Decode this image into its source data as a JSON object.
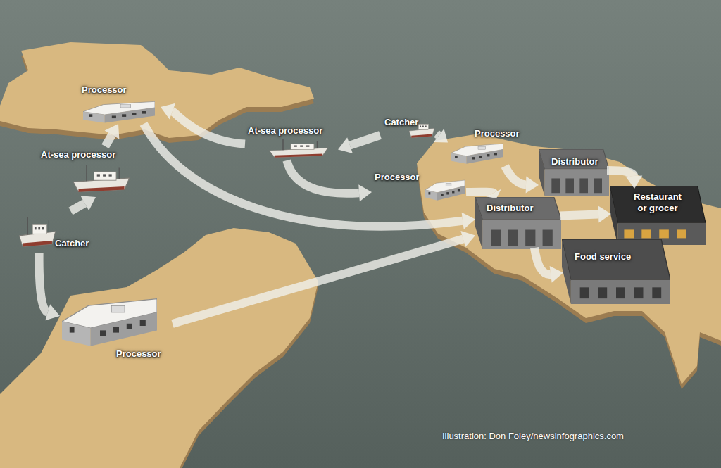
{
  "diagram": {
    "nodes": [
      {
        "text": [
          "Processor"
        ]
      },
      {
        "text": [
          "At-sea processor"
        ]
      },
      {
        "text": [
          "Catcher"
        ]
      },
      {
        "text": [
          "Processor"
        ]
      },
      {
        "text": [
          "At-sea processor"
        ]
      },
      {
        "text": [
          "Catcher"
        ]
      },
      {
        "text": [
          "Processor"
        ]
      },
      {
        "text": [
          "Processor"
        ]
      },
      {
        "text": [
          "Distributor"
        ]
      },
      {
        "text": [
          "Distributor"
        ]
      },
      {
        "text": [
          "Restaurant or grocer"
        ]
      },
      {
        "text": [
          "Food service"
        ]
      }
    ],
    "edges": [
      {
        "from": 2,
        "to": 1,
        "arrow": "to"
      },
      {
        "from": 1,
        "to": 0,
        "arrow": "to"
      },
      {
        "from": 2,
        "to": 3,
        "arrow": "to"
      },
      {
        "from": 5,
        "to": 4,
        "arrow": "to"
      },
      {
        "from": 4,
        "to": 0,
        "arrow": "to"
      },
      {
        "from": 4,
        "to": 7,
        "arrow": "to"
      },
      {
        "from": 5,
        "to": 6,
        "arrow": "to"
      },
      {
        "from": 0,
        "to": 9,
        "arrow": "to"
      },
      {
        "from": 3,
        "to": 9,
        "arrow": "to"
      },
      {
        "from": 6,
        "to": 8,
        "arrow": "to"
      },
      {
        "from": 7,
        "to": 9,
        "arrow": "to"
      },
      {
        "from": 8,
        "to": 10,
        "arrow": "to"
      },
      {
        "from": 9,
        "to": 10,
        "arrow": "to"
      },
      {
        "from": 9,
        "to": 11,
        "arrow": "to"
      }
    ],
    "labels": [
      "Illustration: Don Foley/newsinfographics.com"
    ]
  }
}
